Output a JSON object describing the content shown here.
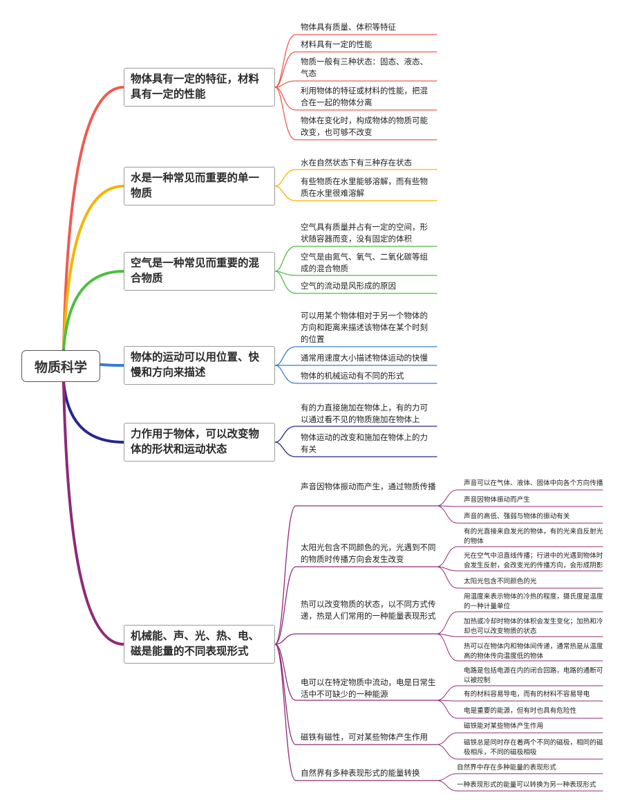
{
  "root": {
    "label": "物质科学"
  },
  "branches": [
    {
      "label": "物体具有一定的特征，材料具有一定的性能",
      "color": "#f05a4f",
      "children": [
        "物体具有质量、体积等特征",
        "材料具有一定的性能",
        "物质一般有三种状态：固态、液态、气态",
        "利用物体的特征或材料的性能，把混合在一起的物体分离",
        "物体在变化时，构成物体的物质可能改变，也可够不改变"
      ]
    },
    {
      "label": "水是一种常见而重要的单一物质",
      "color": "#f5b400",
      "children": [
        "水在自然状态下有三种存在状态",
        "有些物质在水里能够溶解，而有些物质在水里很难溶解"
      ]
    },
    {
      "label": "空气是一种常见而重要的混合物质",
      "color": "#4cbf3f",
      "children": [
        "空气具有质量并占有一定的空间，形状随容器而变，没有固定的体积",
        "空气是由氮气、氧气、二氧化碳等组成的混合物质",
        "空气的流动是风形成的原因"
      ]
    },
    {
      "label": "物体的运动可以用位置、快慢和方向来描述",
      "color": "#3b7bd4",
      "children": [
        "可以用某个物体相对于另一个物体的方向和距离来描述该物体在某个时刻的位置",
        "通常用速度大小描述物体运动的快慢",
        "物体的机械运动有不同的形式"
      ]
    },
    {
      "label": "力作用于物体，可以改变物体的形状和运动状态",
      "color": "#27278f",
      "children": [
        "有的力直接施加在物体上，有的力可以通过看不见的物质施加在物体上",
        "物体运动的改变和施加在物体上的力有关"
      ]
    },
    {
      "label": "机械能、声、光、热、电、磁是能量的不同表现形式",
      "color": "#8e2a78",
      "children": [
        {
          "label": "声音因物体振动而产生，通过物质传播",
          "children": [
            "声音可以在气体、液体、固体中向各个方向传播",
            "声音因物体振动而产生",
            "声音的高低、强弱与物体的振动有关"
          ]
        },
        {
          "label": "太阳光包含不同颜色的光，光遇到不同的物质时传播方向会发生改变",
          "children": [
            "有的光直接来自发光的物体，有的光来自反射光的物体",
            "光在空气中沿直线传播；行进中的光遇到物体时会发生反射，会改变光的传播方向，会形成阴影",
            "太阳光包含不同颜色的光"
          ]
        },
        {
          "label": "热可以改变物质的状态，以不同方式传递，热是人们常用的一种能量表现形式",
          "children": [
            "用温度来表示物体的冷热的程度，摄氏度是温度的一种计量单位",
            "加热或冷却时物体的体积会发生变化；加热和冷却也可以改变物质的状态",
            "热可以在物体内和物体间传递，通常热是从温度高的物体传向温度低的物体"
          ]
        },
        {
          "label": "电可以在特定物质中流动，电是日常生活中不可缺少的一种能源",
          "children": [
            "电路是包括电源在内的闭合回路，电路的通断可以被控制",
            "有的材料容易导电，而有的材料不容易导电",
            "电是重要的能源，但有时也具有危险性"
          ]
        },
        {
          "label": "磁铁有磁性，可对某些物体产生作用",
          "children": [
            "磁铁能对某些物体产生作用",
            "磁铁总是同时存在着两个不同的磁极，相同的磁极相斥，不同的磁极相吸"
          ]
        },
        {
          "label": "自然界有多种表现形式的能量转换",
          "children": [
            "自然界中存在多种能量的表现形式",
            "一种表现形式的能量可以转换为另一种表现形式"
          ]
        }
      ]
    }
  ]
}
